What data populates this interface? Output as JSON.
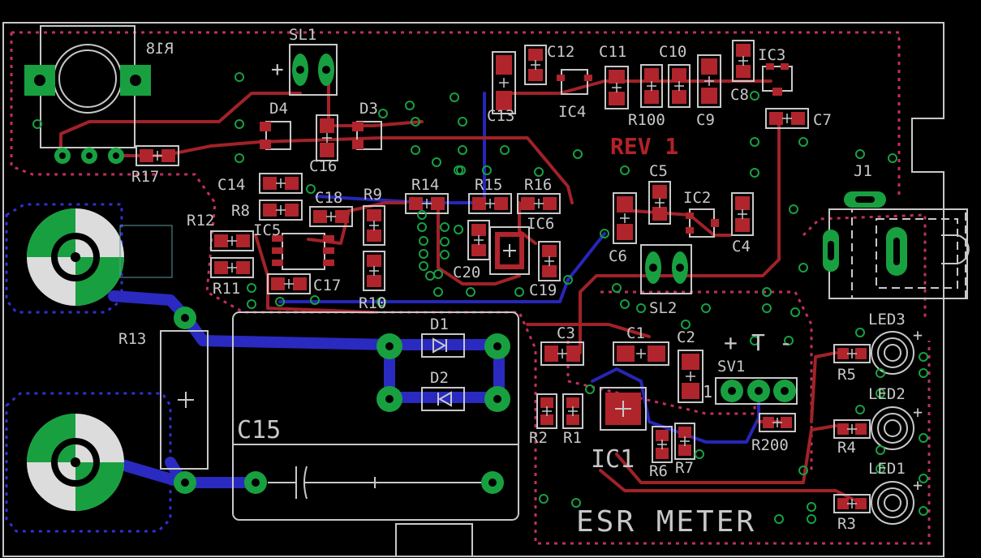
{
  "board": {
    "title": "ESR METER",
    "revision": "REV 1"
  },
  "colors": {
    "background": "#000000",
    "silkscreen": "#c8c8c8",
    "top_copper": "#a02228",
    "bottom_copper": "#2626b8",
    "pads_tht": "#18a040",
    "pour_outline": "#c0305c",
    "label_red": "#b22226"
  },
  "connector_sv1": {
    "plus": "+",
    "t": "T",
    "minus": "-",
    "pin1_marker": "1"
  },
  "sl1_plus": "+",
  "led_plus": "+",
  "components": [
    {
      "ref": "R18",
      "mirrored": true
    },
    {
      "ref": "SL1"
    },
    {
      "ref": "D4"
    },
    {
      "ref": "D3"
    },
    {
      "ref": "C16"
    },
    {
      "ref": "R17"
    },
    {
      "ref": "C12"
    },
    {
      "ref": "C11"
    },
    {
      "ref": "C10"
    },
    {
      "ref": "IC3"
    },
    {
      "ref": "IC4"
    },
    {
      "ref": "C13"
    },
    {
      "ref": "R100"
    },
    {
      "ref": "C9"
    },
    {
      "ref": "C8"
    },
    {
      "ref": "C7"
    },
    {
      "ref": "J1"
    },
    {
      "ref": "C14"
    },
    {
      "ref": "C18"
    },
    {
      "ref": "R9"
    },
    {
      "ref": "R14"
    },
    {
      "ref": "R15"
    },
    {
      "ref": "R16"
    },
    {
      "ref": "C5"
    },
    {
      "ref": "IC2"
    },
    {
      "ref": "R12"
    },
    {
      "ref": "R8"
    },
    {
      "ref": "IC5"
    },
    {
      "ref": "IC6"
    },
    {
      "ref": "C6"
    },
    {
      "ref": "C4"
    },
    {
      "ref": "R11"
    },
    {
      "ref": "C17"
    },
    {
      "ref": "C20"
    },
    {
      "ref": "C19"
    },
    {
      "ref": "SL2"
    },
    {
      "ref": "R10"
    },
    {
      "ref": "R13"
    },
    {
      "ref": "D1"
    },
    {
      "ref": "D2"
    },
    {
      "ref": "C3"
    },
    {
      "ref": "C1"
    },
    {
      "ref": "C2"
    },
    {
      "ref": "SV1"
    },
    {
      "ref": "LED3"
    },
    {
      "ref": "R5"
    },
    {
      "ref": "LED2"
    },
    {
      "ref": "R4"
    },
    {
      "ref": "LED1"
    },
    {
      "ref": "R3"
    },
    {
      "ref": "C15"
    },
    {
      "ref": "R2"
    },
    {
      "ref": "R1"
    },
    {
      "ref": "IC1"
    },
    {
      "ref": "R6"
    },
    {
      "ref": "R7"
    },
    {
      "ref": "R200"
    }
  ]
}
